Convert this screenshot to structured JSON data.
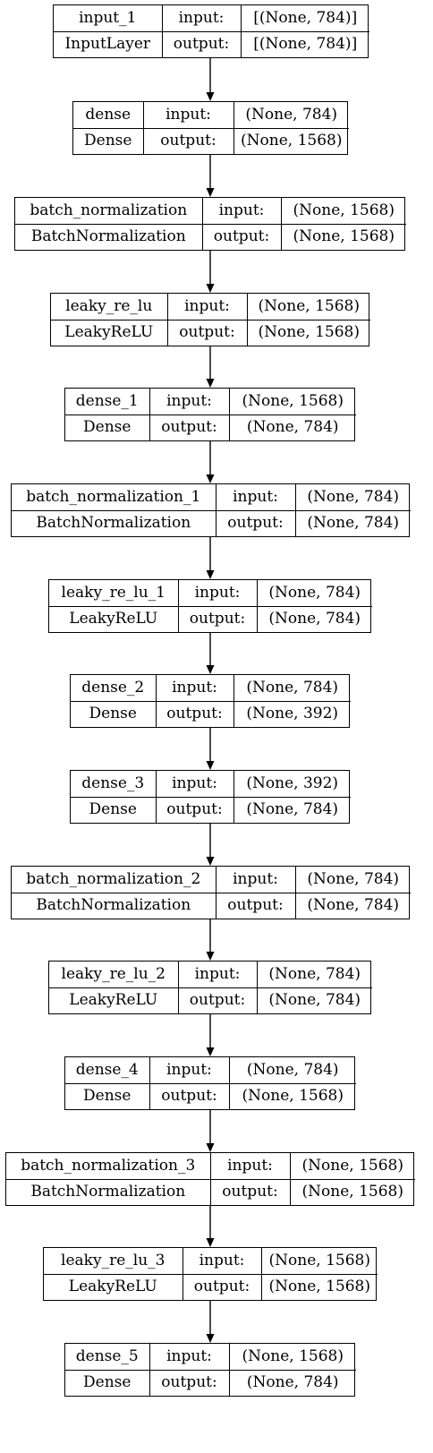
{
  "layers": [
    {
      "name": "input_1",
      "type": "InputLayer",
      "input": "[(None, 784)]",
      "output": "[(None, 784)]"
    },
    {
      "name": "dense",
      "type": "Dense",
      "input": "(None, 784)",
      "output": "(None, 1568)"
    },
    {
      "name": "batch_normalization",
      "type": "BatchNormalization",
      "input": "(None, 1568)",
      "output": "(None, 1568)"
    },
    {
      "name": "leaky_re_lu",
      "type": "LeakyReLU",
      "input": "(None, 1568)",
      "output": "(None, 1568)"
    },
    {
      "name": "dense_1",
      "type": "Dense",
      "input": "(None, 1568)",
      "output": "(None, 784)"
    },
    {
      "name": "batch_normalization_1",
      "type": "BatchNormalization",
      "input": "(None, 784)",
      "output": "(None, 784)"
    },
    {
      "name": "leaky_re_lu_1",
      "type": "LeakyReLU",
      "input": "(None, 784)",
      "output": "(None, 784)"
    },
    {
      "name": "dense_2",
      "type": "Dense",
      "input": "(None, 784)",
      "output": "(None, 392)"
    },
    {
      "name": "dense_3",
      "type": "Dense",
      "input": "(None, 392)",
      "output": "(None, 784)"
    },
    {
      "name": "batch_normalization_2",
      "type": "BatchNormalization",
      "input": "(None, 784)",
      "output": "(None, 784)"
    },
    {
      "name": "leaky_re_lu_2",
      "type": "LeakyReLU",
      "input": "(None, 784)",
      "output": "(None, 784)"
    },
    {
      "name": "dense_4",
      "type": "Dense",
      "input": "(None, 784)",
      "output": "(None, 1568)"
    },
    {
      "name": "batch_normalization_3",
      "type": "BatchNormalization",
      "input": "(None, 1568)",
      "output": "(None, 1568)"
    },
    {
      "name": "leaky_re_lu_3",
      "type": "LeakyReLU",
      "input": "(None, 1568)",
      "output": "(None, 1568)"
    },
    {
      "name": "dense_5",
      "type": "Dense",
      "input": "(None, 1568)",
      "output": "(None, 784)"
    }
  ],
  "labels": {
    "input": "input:",
    "output": "output:"
  }
}
